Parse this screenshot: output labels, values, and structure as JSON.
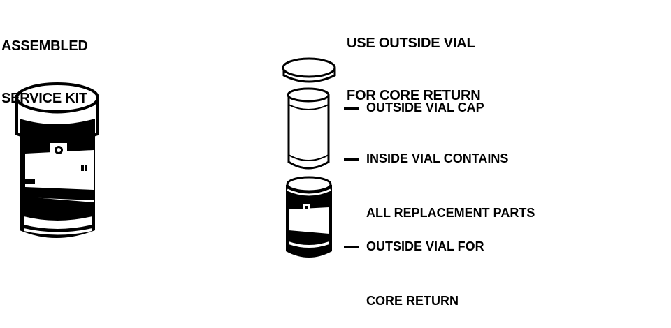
{
  "left_heading": {
    "line1": "ASSEMBLED",
    "line2": "SERVICE KIT"
  },
  "right_heading": {
    "line1": "USE OUTSIDE VIAL",
    "line2": "FOR CORE RETURN"
  },
  "callouts": [
    {
      "line1": "OUTSIDE VIAL CAP"
    },
    {
      "line1": "INSIDE VIAL CONTAINS",
      "line2": "ALL REPLACEMENT PARTS"
    },
    {
      "line1": "OUTSIDE VIAL FOR",
      "line2": "CORE RETURN"
    }
  ]
}
